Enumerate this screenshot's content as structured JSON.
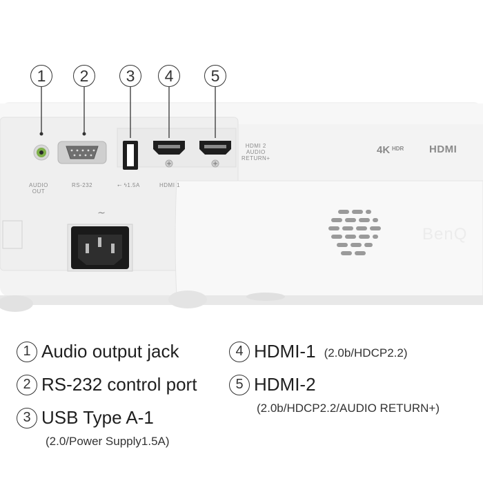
{
  "panel": {
    "audio_out_label": "AUDIO OUT",
    "audio_out_line1": "AUDIO",
    "audio_out_line2": "OUT",
    "rs232_label": "RS-232",
    "usb_label": "⭠ ϟ1.5A",
    "hdmi1_label": "HDMI 1",
    "hdmi2_line1": "HDMI 2",
    "hdmi2_line2": "AUDIO",
    "hdmi2_line3": "RETURN+",
    "badge_4k": "4K",
    "badge_hdr": "HDR",
    "badge_hdmi": "HDMI",
    "brand": "BenQ"
  },
  "callouts": [
    "1",
    "2",
    "3",
    "4",
    "5"
  ],
  "legend": {
    "item1": {
      "num": "1",
      "label": "Audio output jack"
    },
    "item2": {
      "num": "2",
      "label": "RS-232 control port"
    },
    "item3": {
      "num": "3",
      "label": "USB Type A-1",
      "sub": "(2.0/Power Supply1.5A)"
    },
    "item4": {
      "num": "4",
      "label": "HDMI-1",
      "sub": "(2.0b/HDCP2.2)"
    },
    "item5": {
      "num": "5",
      "label": "HDMI-2",
      "sub": "(2.0b/HDCP2.2/AUDIO RETURN+)"
    }
  },
  "colors": {
    "body": "#f2f2f2",
    "panel": "#ececec",
    "accent_green": "#7fb04a",
    "port_dark": "#1a1a1a"
  }
}
